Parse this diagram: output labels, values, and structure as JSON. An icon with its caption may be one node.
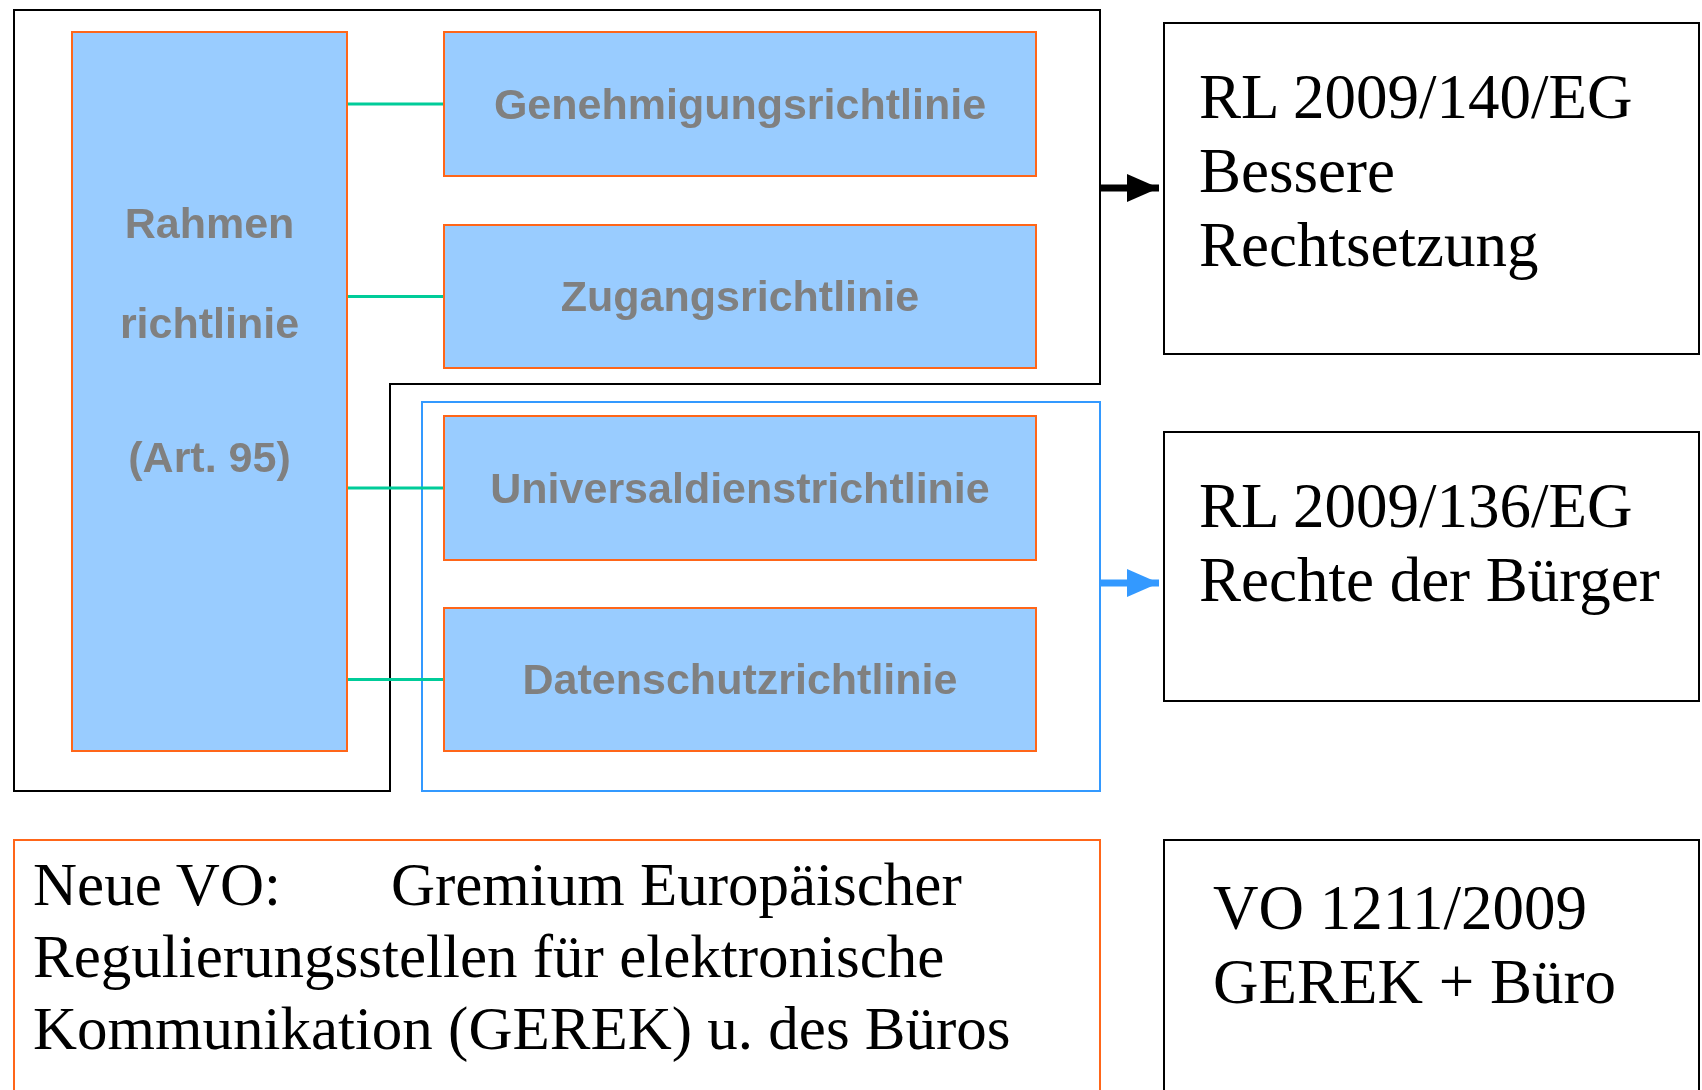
{
  "diagram": {
    "nodes": [
      {
        "text": [],
        "shape": "box"
      },
      {
        "text": [
          "Rahmen richtlinie",
          "(Art. 95)"
        ],
        "in": 0
      },
      {
        "text": [
          "Genehmigungsrichtlinie"
        ],
        "in": 0
      },
      {
        "text": [
          "Zugangsrichtlinie"
        ],
        "in": 0
      },
      {
        "text": [],
        "shape": "box"
      },
      {
        "text": [
          "Universaldienstrichtlinie"
        ],
        "in": 4
      },
      {
        "text": [
          "Datenschutzrichtlinie"
        ],
        "in": 4
      },
      {
        "text": [
          "RL 2009/140/EG",
          "Bessere Rechtsetzung"
        ]
      },
      {
        "text": [
          "RL 2009/136/EG",
          "Rechte der Bürger"
        ]
      },
      {
        "text": [
          "Neue VO:",
          "Gremium Europäischer Regulierungsstellen für elektronische Kommunikation (GEREK) u. des Büros"
        ]
      },
      {
        "text": [
          "VO 1211/2009 GEREK + Büro"
        ]
      }
    ],
    "edges": [
      {
        "from": 1,
        "to": 2,
        "arrow": "none"
      },
      {
        "from": 1,
        "to": 3,
        "arrow": "none"
      },
      {
        "from": 1,
        "to": 5,
        "arrow": "none"
      },
      {
        "from": 1,
        "to": 6,
        "arrow": "none"
      },
      {
        "from": 0,
        "to": 7,
        "arrow": "to",
        "style": "thick",
        "color": "#000000"
      },
      {
        "from": 4,
        "to": 8,
        "arrow": "to",
        "style": "thick",
        "color": "#3399ff"
      }
    ]
  }
}
